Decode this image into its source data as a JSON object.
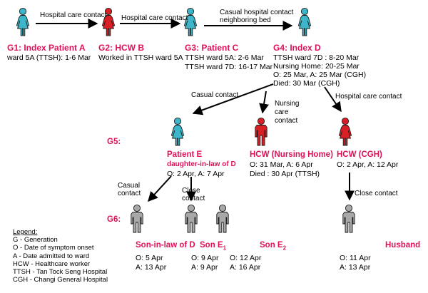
{
  "colors": {
    "accent_pink": "#e0105a",
    "female_patient": "#3cb6c8",
    "hcw_red": "#d91f26",
    "unaffected_gray": "#a8a8a8"
  },
  "generations": {
    "g1": {
      "title": "G1: Index Patient A",
      "details": [
        "ward 5A (TTSH): 1-6 Mar"
      ],
      "icon": "female-figure-icon"
    },
    "g2": {
      "title": "G2: HCW B",
      "details": [
        "Worked in TTSH ward 5A"
      ],
      "icon": "female-figure-icon"
    },
    "g3": {
      "title": "G3: Patient C",
      "details": [
        "TTSH ward 5A: 2-6 Mar",
        "TTSH ward 7D: 16-17 Mar"
      ],
      "icon": "female-figure-icon"
    },
    "g4": {
      "title": "G4: Index D",
      "details": [
        "TTSH ward 7D : 8-20 Mar",
        "Nursing Home: 20-25 Mar",
        "O: 25 Mar, A: 25 Mar (CGH)",
        "Died: 30 Mar (CGH)"
      ],
      "icon": "female-figure-icon"
    }
  },
  "top_edges": {
    "a_b": "Hospital care contact",
    "b_c": "Hospital care contact",
    "c_d": [
      "Casual hospital contact",
      "neighboring bed"
    ]
  },
  "g5": {
    "row_label": "G5:",
    "edges": {
      "casual": "Casual contact",
      "nursing": [
        "Nursing",
        "care",
        "contact"
      ],
      "hospital": "Hospital care contact"
    },
    "patient_e": {
      "name": "Patient E",
      "relation": "daughter-in-law of D",
      "details": "O: 2 Apr, A: 7 Apr"
    },
    "hcw_nursing": {
      "name": "HCW (Nursing Home)",
      "details": [
        "O: 31 Mar, A: 6 Apr",
        "Died : 30 Apr (TTSH)"
      ]
    },
    "hcw_cgh": {
      "name": "HCW (CGH)",
      "details": [
        "O: 2 Apr, A: 12 Apr"
      ]
    }
  },
  "g6": {
    "row_label": "G6:",
    "edges": {
      "casual": [
        "Casual",
        "contact"
      ],
      "close_e": [
        "Close",
        "contact"
      ],
      "close_cgh": "Close contact"
    },
    "son_in_law": {
      "name": "Son-in-law of D",
      "details": [
        "O: 5 Apr",
        "A: 13 Apr"
      ]
    },
    "son_e1": {
      "name": "Son E",
      "sub": "1",
      "details": [
        "O: 9 Apr",
        "A: 9 Apr"
      ]
    },
    "son_e2": {
      "name": "Son E",
      "sub": "2",
      "details": [
        "O: 12 Apr",
        "A: 16 Apr"
      ]
    },
    "husband": {
      "name": "Husband",
      "details": [
        "O: 11 Apr",
        "A: 13 Apr"
      ]
    }
  },
  "legend": {
    "title": "Legend:",
    "items": [
      "G - Generation",
      "O - Date of symptom onset",
      "A - Date admitted to ward",
      "HCW - Healthcare worker",
      "TTSH - Tan Tock Seng Hospital",
      "CGH - Changi General Hospital"
    ]
  }
}
